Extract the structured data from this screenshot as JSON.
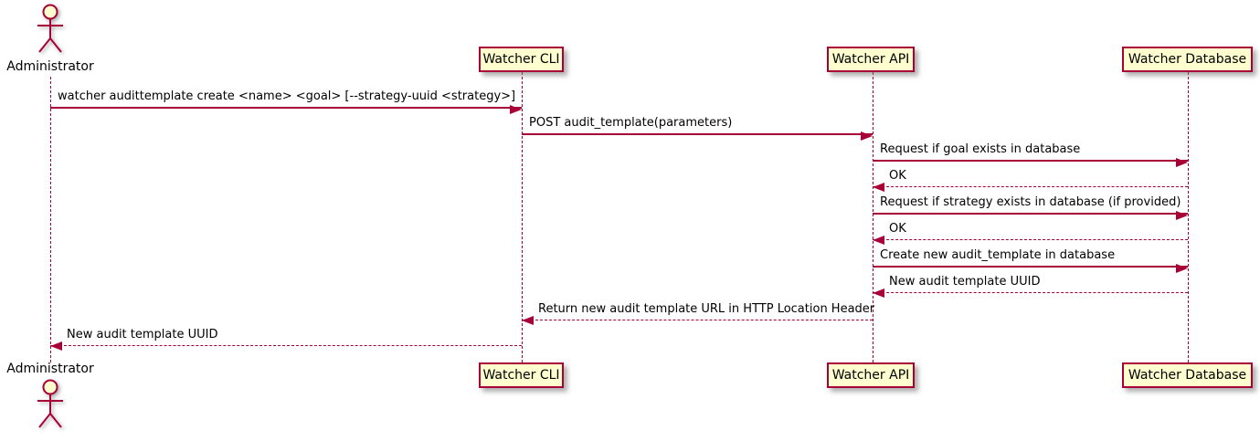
{
  "diagram": {
    "type": "sequence-diagram",
    "colors": {
      "line": "#A80036",
      "participant_fill": "#FEFECE",
      "text": "#000000",
      "background": "#FFFFFF"
    },
    "participants": [
      {
        "name": "Administrator",
        "kind": "actor"
      },
      {
        "name": "Watcher CLI",
        "kind": "participant"
      },
      {
        "name": "Watcher API",
        "kind": "participant"
      },
      {
        "name": "Watcher Database",
        "kind": "participant"
      }
    ],
    "messages": [
      {
        "from": "Administrator",
        "to": "Watcher CLI",
        "line": "solid",
        "text": "watcher audittemplate create <name> <goal> [--strategy-uuid <strategy>]"
      },
      {
        "from": "Watcher CLI",
        "to": "Watcher API",
        "line": "solid",
        "text": "POST audit_template(parameters)"
      },
      {
        "from": "Watcher API",
        "to": "Watcher Database",
        "line": "solid",
        "text": "Request if goal exists in database"
      },
      {
        "from": "Watcher Database",
        "to": "Watcher API",
        "line": "dashed",
        "text": "OK"
      },
      {
        "from": "Watcher API",
        "to": "Watcher Database",
        "line": "solid",
        "text": "Request if strategy exists in database (if provided)"
      },
      {
        "from": "Watcher Database",
        "to": "Watcher API",
        "line": "dashed",
        "text": "OK"
      },
      {
        "from": "Watcher API",
        "to": "Watcher Database",
        "line": "solid",
        "text": "Create new audit_template in database"
      },
      {
        "from": "Watcher Database",
        "to": "Watcher API",
        "line": "dashed",
        "text": "New audit template UUID"
      },
      {
        "from": "Watcher API",
        "to": "Watcher CLI",
        "line": "dashed",
        "text": "Return new audit template URL in HTTP Location Header"
      },
      {
        "from": "Watcher CLI",
        "to": "Administrator",
        "line": "dashed",
        "text": "New audit template UUID"
      }
    ]
  }
}
